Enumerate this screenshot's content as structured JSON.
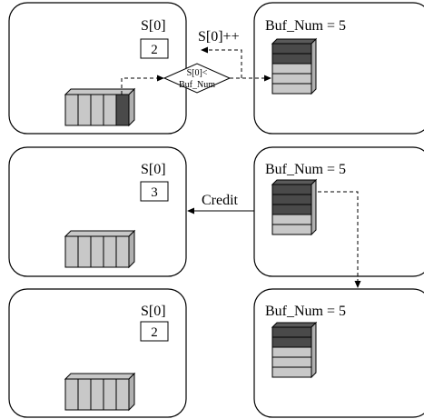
{
  "rows": [
    {
      "left": {
        "counter_label": "S[0]",
        "counter_value": "2"
      },
      "right": {
        "buf_label": "Buf_Num = 5",
        "filled_slots": 2,
        "total_slots": 5
      },
      "decision_label_line1": "S[0]<",
      "decision_label_line2": "Buf_Num",
      "increment_label": "S[0]++",
      "sender_slots": 5,
      "sender_filled": 1
    },
    {
      "left": {
        "counter_label": "S[0]",
        "counter_value": "3"
      },
      "right": {
        "buf_label": "Buf_Num = 5",
        "filled_slots": 3,
        "total_slots": 5
      },
      "credit_label": "Credit",
      "sender_slots": 5,
      "sender_filled": 0
    },
    {
      "left": {
        "counter_label": "S[0]",
        "counter_value": "2"
      },
      "right": {
        "buf_label": "Buf_Num = 5",
        "filled_slots": 2,
        "total_slots": 5
      },
      "sender_slots": 5,
      "sender_filled": 0
    }
  ],
  "colors": {
    "line": "#000000",
    "slot_empty": "#c8c8c8",
    "slot_filled": "#4a4a4a",
    "panel_border": "#000000",
    "background": "#ffffff"
  }
}
